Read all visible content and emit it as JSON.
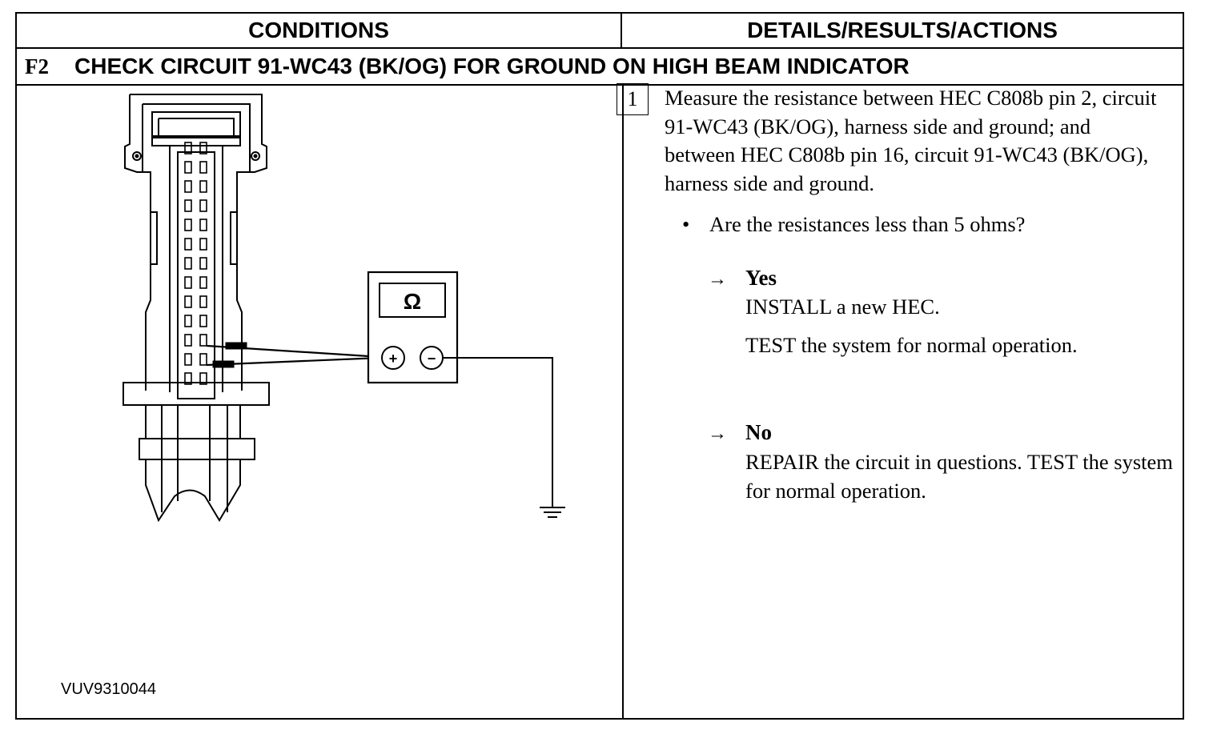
{
  "table": {
    "conditions_header": "CONDITIONS",
    "details_header": "DETAILS/RESULTS/ACTIONS",
    "step_id": "F2",
    "step_title": "CHECK CIRCUIT 91-WC43 (BK/OG) FOR GROUND ON HIGH BEAM INDICATOR"
  },
  "diagram": {
    "meter_symbol": "Ω",
    "plus_symbol": "+",
    "minus_symbol": "−",
    "figure_id": "VUV9310044",
    "icons": [
      "connector-icon",
      "ohmmeter-icon",
      "ground-symbol-icon"
    ]
  },
  "details": {
    "step_number": "1",
    "instruction": "Measure the resistance between HEC C808b pin 2, circuit 91-WC43 (BK/OG), harness side and ground; and between HEC C808b pin 16, circuit 91-WC43 (BK/OG), harness side and ground.",
    "bullet": "•",
    "question": "Are the resistances less than 5 ohms?",
    "arrow": "→",
    "yes": {
      "label": "Yes",
      "action1": "INSTALL a new HEC.",
      "action2": "TEST the system for normal operation."
    },
    "no": {
      "label": "No",
      "action": "REPAIR the circuit in questions. TEST the system for normal operation."
    }
  }
}
